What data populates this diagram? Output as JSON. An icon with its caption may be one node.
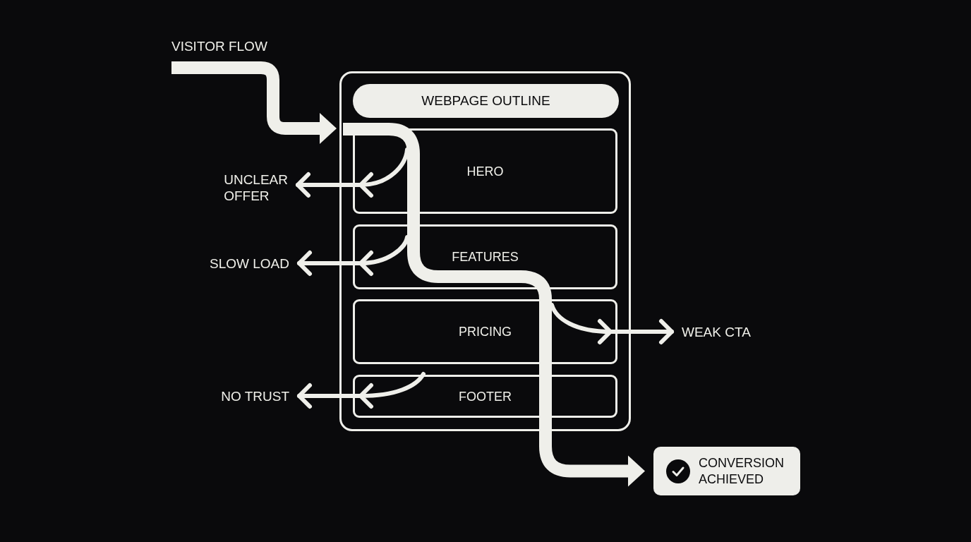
{
  "diagram": {
    "nodes": [
      {
        "text": [
          "VISITOR FLOW"
        ]
      },
      {
        "text": [],
        "shape": "box"
      },
      {
        "text": [
          "WEBPAGE OUTLINE"
        ],
        "in": 1
      },
      {
        "text": [
          "HERO"
        ],
        "in": 1
      },
      {
        "text": [
          "FEATURES"
        ],
        "in": 1
      },
      {
        "text": [
          "PRICING"
        ],
        "in": 1
      },
      {
        "text": [
          "FOOTER"
        ],
        "in": 1
      },
      {
        "text": [
          "UNCLEAR OFFER"
        ]
      },
      {
        "text": [
          "SLOW LOAD"
        ]
      },
      {
        "text": [
          "WEAK CTA"
        ]
      },
      {
        "text": [
          "NO TRUST"
        ]
      },
      {
        "text": [
          "CONVERSION ACHIEVED"
        ]
      }
    ],
    "edges": [
      {
        "from": 0,
        "to": 1,
        "arrow": "to"
      },
      {
        "from": 3,
        "to": 4,
        "arrow": "none"
      },
      {
        "from": 4,
        "to": 5,
        "arrow": "none"
      },
      {
        "from": 5,
        "to": 6,
        "arrow": "none"
      },
      {
        "from": 6,
        "to": 11,
        "arrow": "to"
      },
      {
        "from": 3,
        "to": 7,
        "arrow": "to"
      },
      {
        "from": 4,
        "to": 8,
        "arrow": "to"
      },
      {
        "from": 5,
        "to": 9,
        "arrow": "to"
      },
      {
        "from": 6,
        "to": 10,
        "arrow": "to"
      }
    ]
  }
}
